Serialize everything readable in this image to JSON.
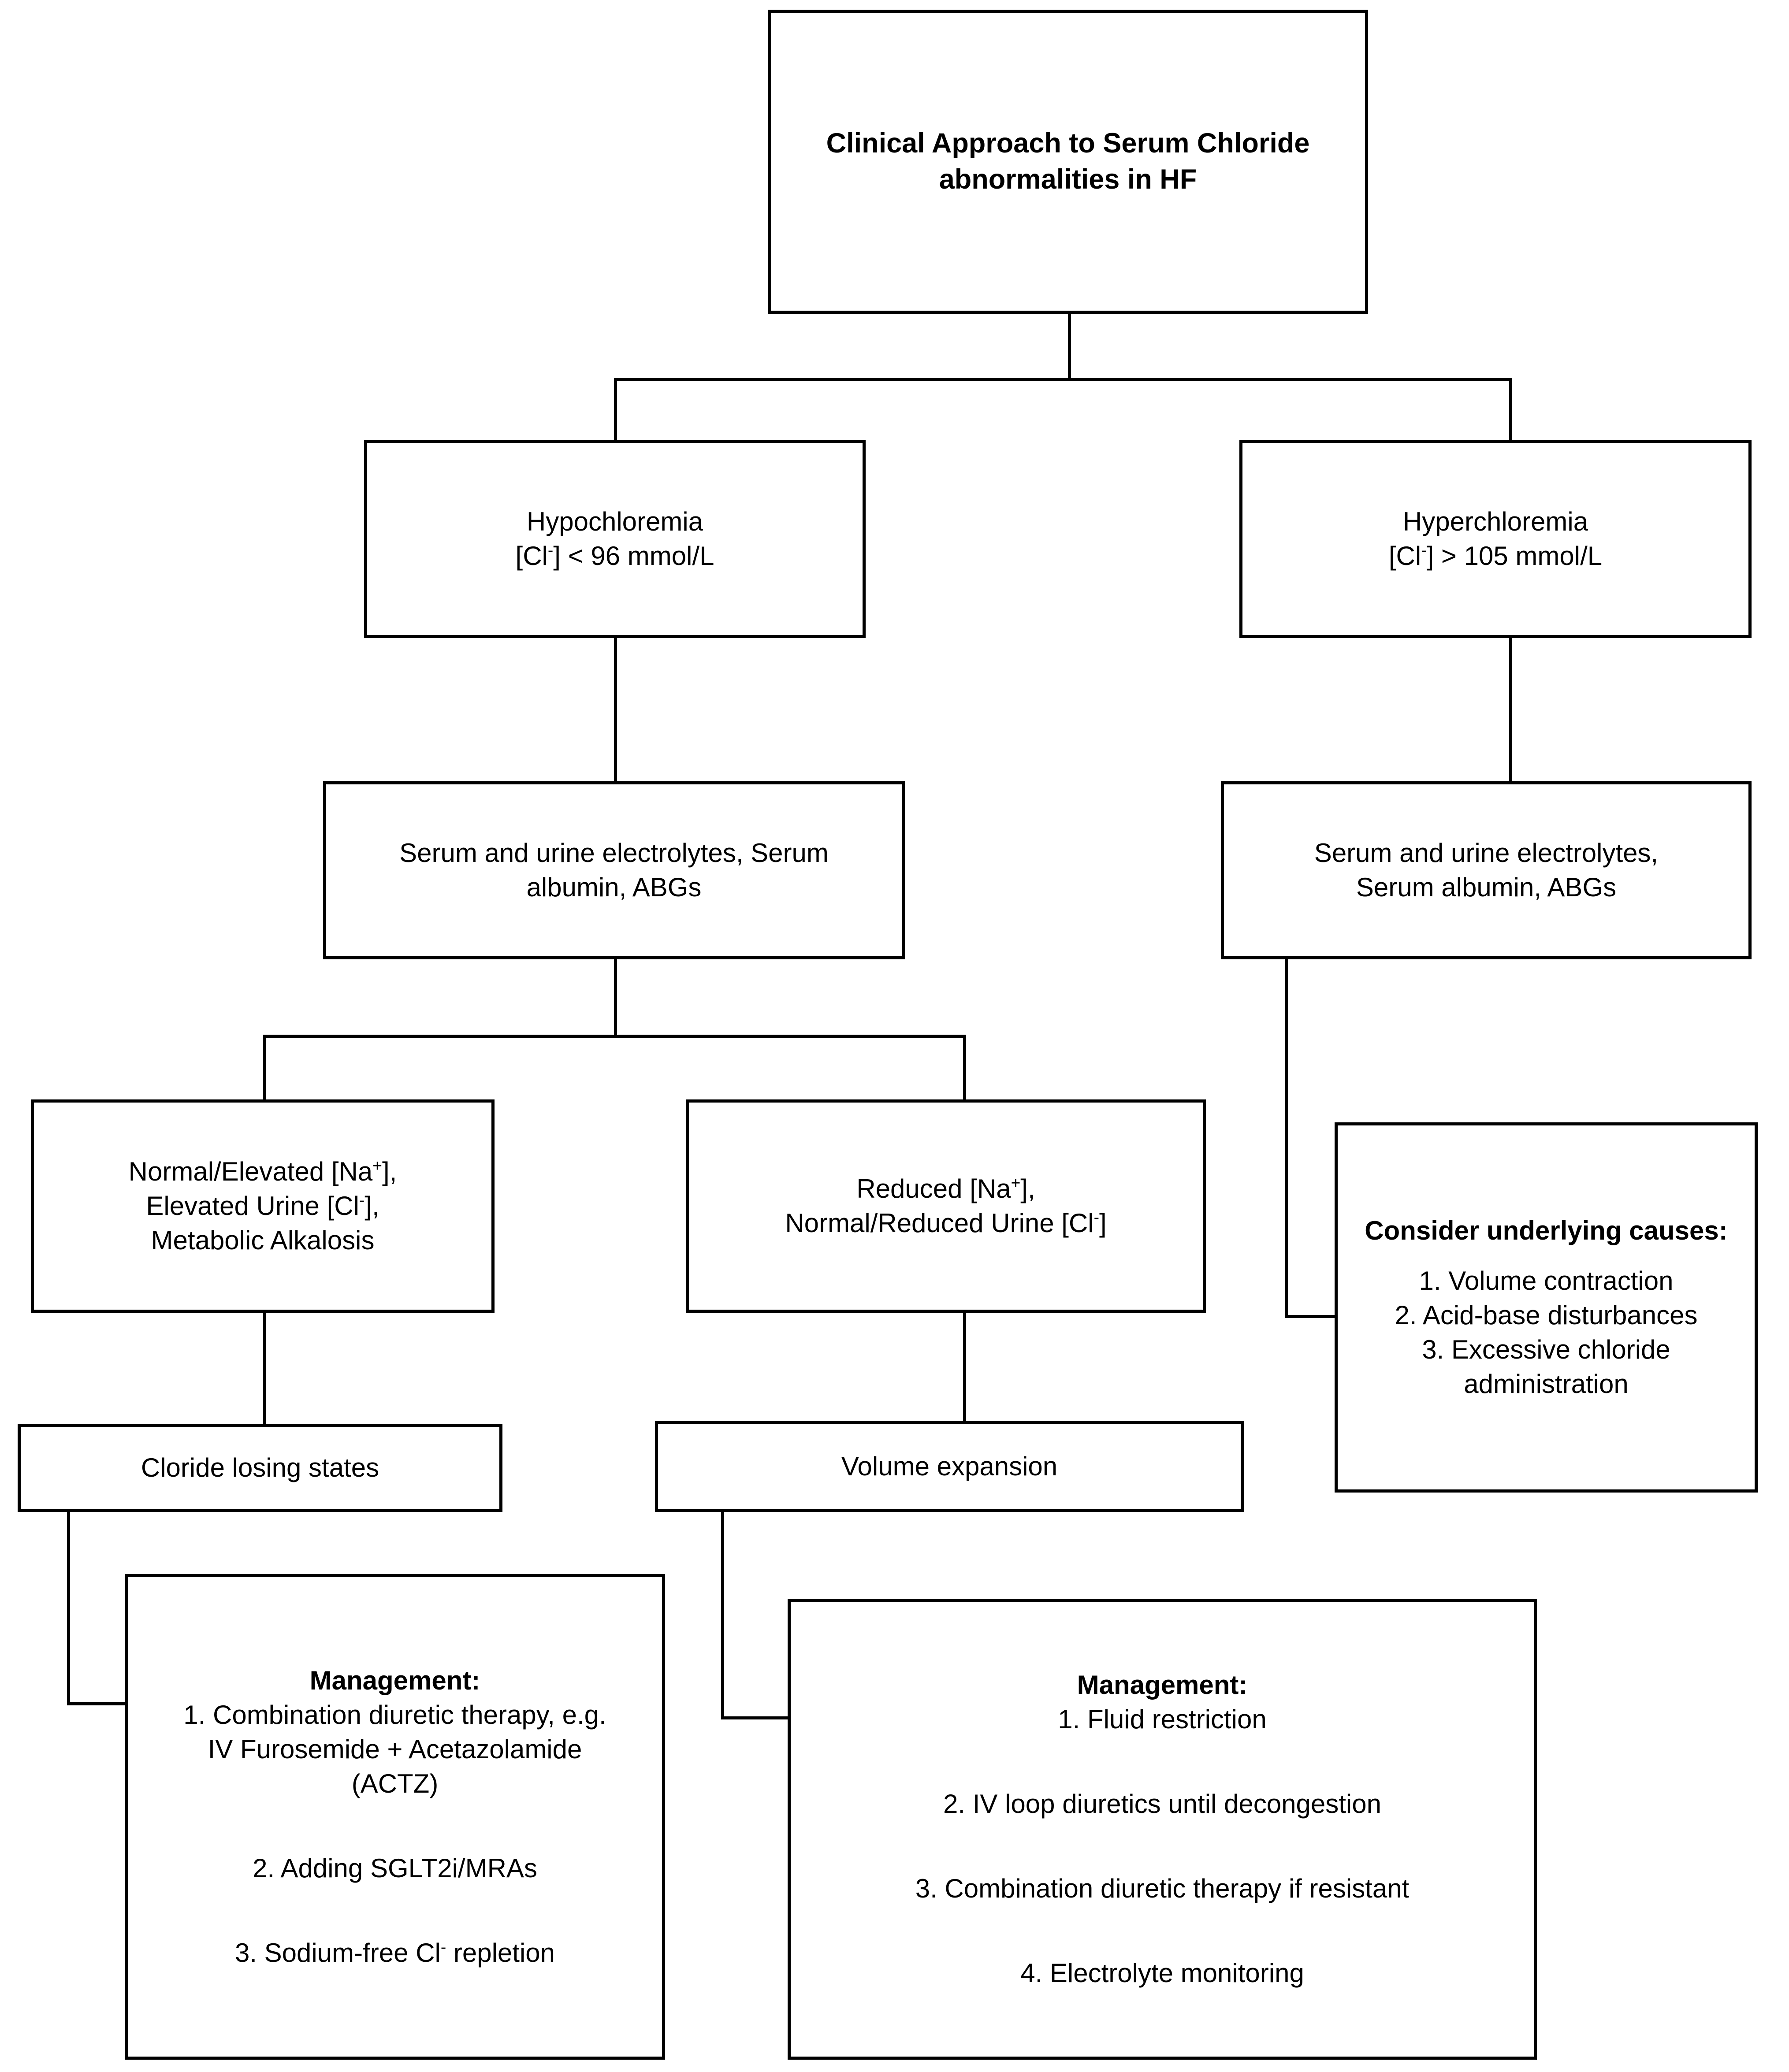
{
  "diagram": {
    "title": "Clinical Approach to Serum Chloride abnormalities in HF",
    "type": "flowchart",
    "orientation": "top-down"
  },
  "nodes": {
    "root": {
      "label": "Clinical Approach to Serum Chloride abnormalities in HF"
    },
    "hypochloremia": {
      "line1": "Hypochloremia",
      "line2_prefix": "[Cl",
      "line2_sup": "-",
      "line2_suffix": "] < 96 mmol/L"
    },
    "hyperchloremia": {
      "line1": "Hyperchloremia",
      "line2_prefix": "[Cl",
      "line2_sup": "-",
      "line2_suffix": "] > 105 mmol/L"
    },
    "labs_left": {
      "line1": "Serum and urine electrolytes, Serum",
      "line2": "albumin, ABGs"
    },
    "labs_right": {
      "line1": "Serum and urine electrolytes,",
      "line2": "Serum albumin, ABGs"
    },
    "branch_left": {
      "line1_prefix": "Normal/Elevated [Na",
      "line1_sup": "+",
      "line1_suffix": "],",
      "line2_prefix": "Elevated Urine [Cl",
      "line2_sup": "-",
      "line2_suffix": "],",
      "line3": "Metabolic Alkalosis"
    },
    "branch_middle": {
      "line1_prefix": "Reduced [Na",
      "line1_sup": "+",
      "line1_suffix": "],",
      "line2_prefix": "Normal/Reduced Urine [Cl",
      "line2_sup": "-",
      "line2_suffix": "]"
    },
    "causes": {
      "heading": "Consider underlying causes:",
      "item1": "1. Volume contraction",
      "item2": "2. Acid-base disturbances",
      "item3": "3. Excessive chloride",
      "item3_cont": "administration"
    },
    "chloride_losing": {
      "label": "Cloride losing states"
    },
    "volume_expansion": {
      "label": "Volume expansion"
    },
    "management_left": {
      "heading": "Management:",
      "item1_a": "1. Combination diuretic therapy, e.g.",
      "item1_b": "IV Furosemide + Acetazolamide",
      "item1_c": "(ACTZ)",
      "item2": "2. Adding SGLT2i/MRAs",
      "item3_prefix": "3. Sodium-free Cl",
      "item3_sup": "-",
      "item3_suffix": " repletion"
    },
    "management_right": {
      "heading": "Management:",
      "item1": "1. Fluid restriction",
      "item2": "2. IV loop diuretics until decongestion",
      "item3": "3. Combination diuretic therapy if resistant",
      "item4": "4. Electrolyte monitoring"
    }
  },
  "colors": {
    "stroke": "#000000",
    "fill": "#ffffff",
    "text": "#000000"
  }
}
